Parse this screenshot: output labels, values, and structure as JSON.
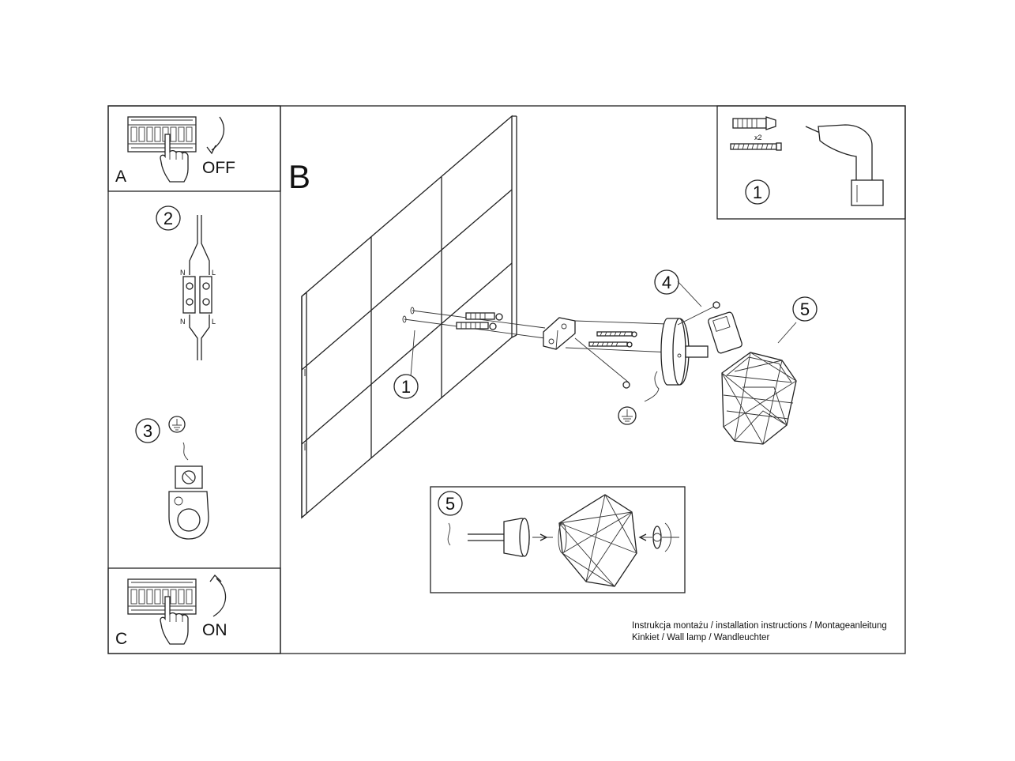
{
  "panels": {
    "a": {
      "letter": "A",
      "action": "OFF"
    },
    "c": {
      "letter": "C",
      "action": "ON"
    },
    "b": {
      "letter": "B"
    }
  },
  "steps": {
    "tools_step": "1",
    "multiplier": "x2",
    "wiring_step": "2",
    "wiring_labels": {
      "n_top": "N",
      "l_top": "L",
      "n_bottom": "N",
      "l_bottom": "L"
    },
    "ground_step": "3",
    "wall_step": "1",
    "screw_step": "4",
    "shade_step": "5",
    "detail_step": "5"
  },
  "footer": {
    "line1": "Instrukcja montażu / installation instructions / Montageanleitung",
    "line2": "Kinkiet / Wall lamp / Wandleuchter"
  }
}
